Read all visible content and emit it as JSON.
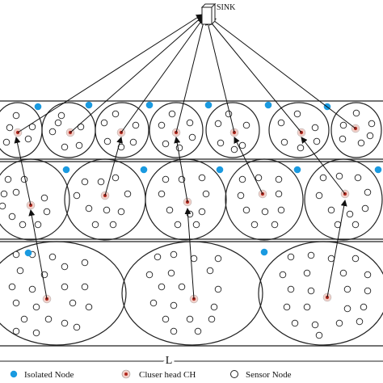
{
  "sink": {
    "label": "SINK"
  },
  "dimension_label": "L",
  "legend": {
    "isolated": "Isolated Node",
    "cluster_head": "Cluser head CH",
    "sensor": "Sensor Node"
  },
  "colors": {
    "isolated_node": "#1a9ae0",
    "cluster_head_core": "#b0281e",
    "cluster_head_halo": "#f2cfc8",
    "outline": "#222222"
  }
}
